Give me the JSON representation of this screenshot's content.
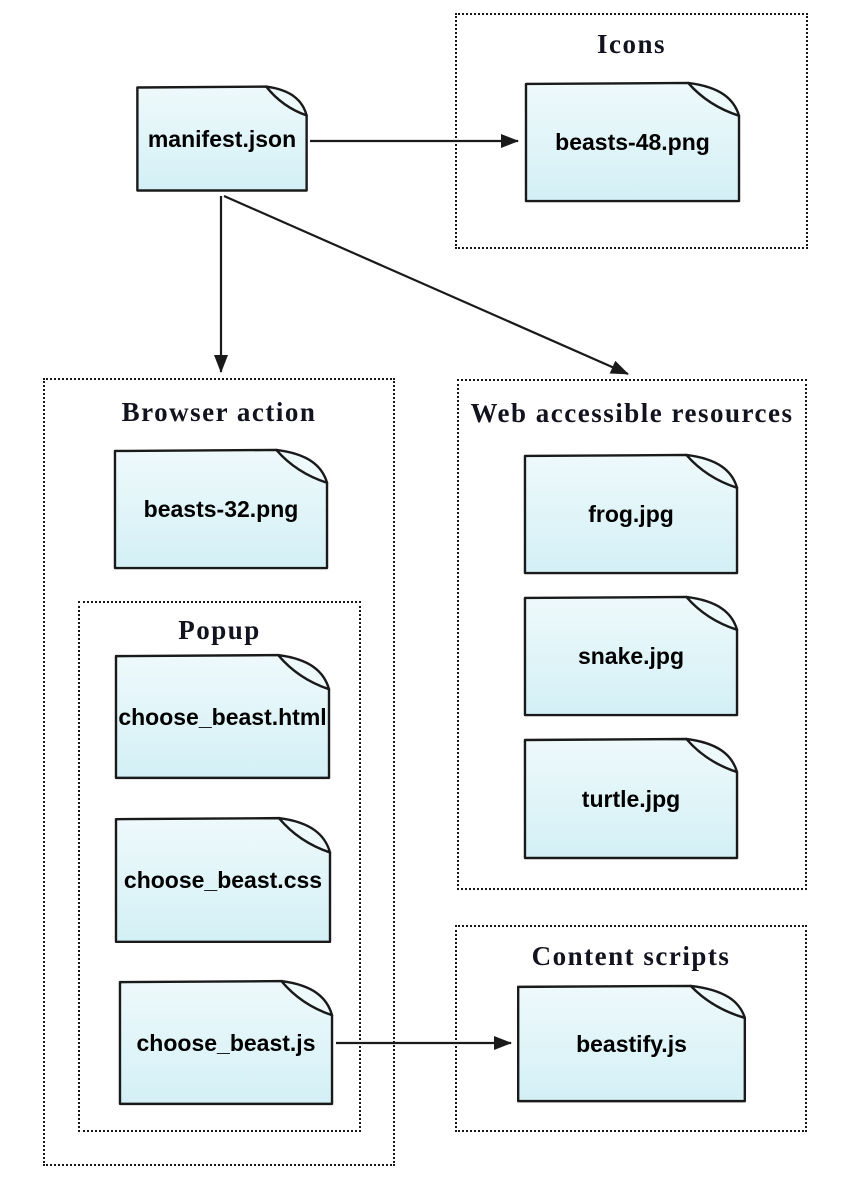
{
  "diagram": {
    "type": "file-structure-diagram",
    "groups": {
      "icons": {
        "label": "Icons"
      },
      "browser_action": {
        "label": "Browser action"
      },
      "popup": {
        "label": "Popup"
      },
      "web_accessible_resources": {
        "label": "Web accessible resources"
      },
      "content_scripts": {
        "label": "Content scripts"
      }
    },
    "files": {
      "manifest": {
        "label": "manifest.json"
      },
      "beasts_48": {
        "label": "beasts-48.png"
      },
      "beasts_32": {
        "label": "beasts-32.png"
      },
      "choose_beast_html": {
        "label": "choose_beast.html"
      },
      "choose_beast_css": {
        "label": "choose_beast.css"
      },
      "choose_beast_js": {
        "label": "choose_beast.js"
      },
      "frog": {
        "label": "frog.jpg"
      },
      "snake": {
        "label": "snake.jpg"
      },
      "turtle": {
        "label": "turtle.jpg"
      },
      "beastify": {
        "label": "beastify.js"
      }
    },
    "edges": [
      {
        "from": "manifest.json",
        "to": "beasts-48.png"
      },
      {
        "from": "manifest.json",
        "to": "Browser action"
      },
      {
        "from": "manifest.json",
        "to": "Web accessible resources"
      },
      {
        "from": "choose_beast.js",
        "to": "beastify.js"
      }
    ],
    "colors": {
      "file_fill_top": "#eef9fb",
      "file_fill_bottom": "#d3f0f6",
      "file_border": "#1a1a1a",
      "group_border": "#161616",
      "group_label": "#131320",
      "file_label": "#000000",
      "arrow": "#1a1a1a",
      "background": "#ffffff"
    }
  }
}
